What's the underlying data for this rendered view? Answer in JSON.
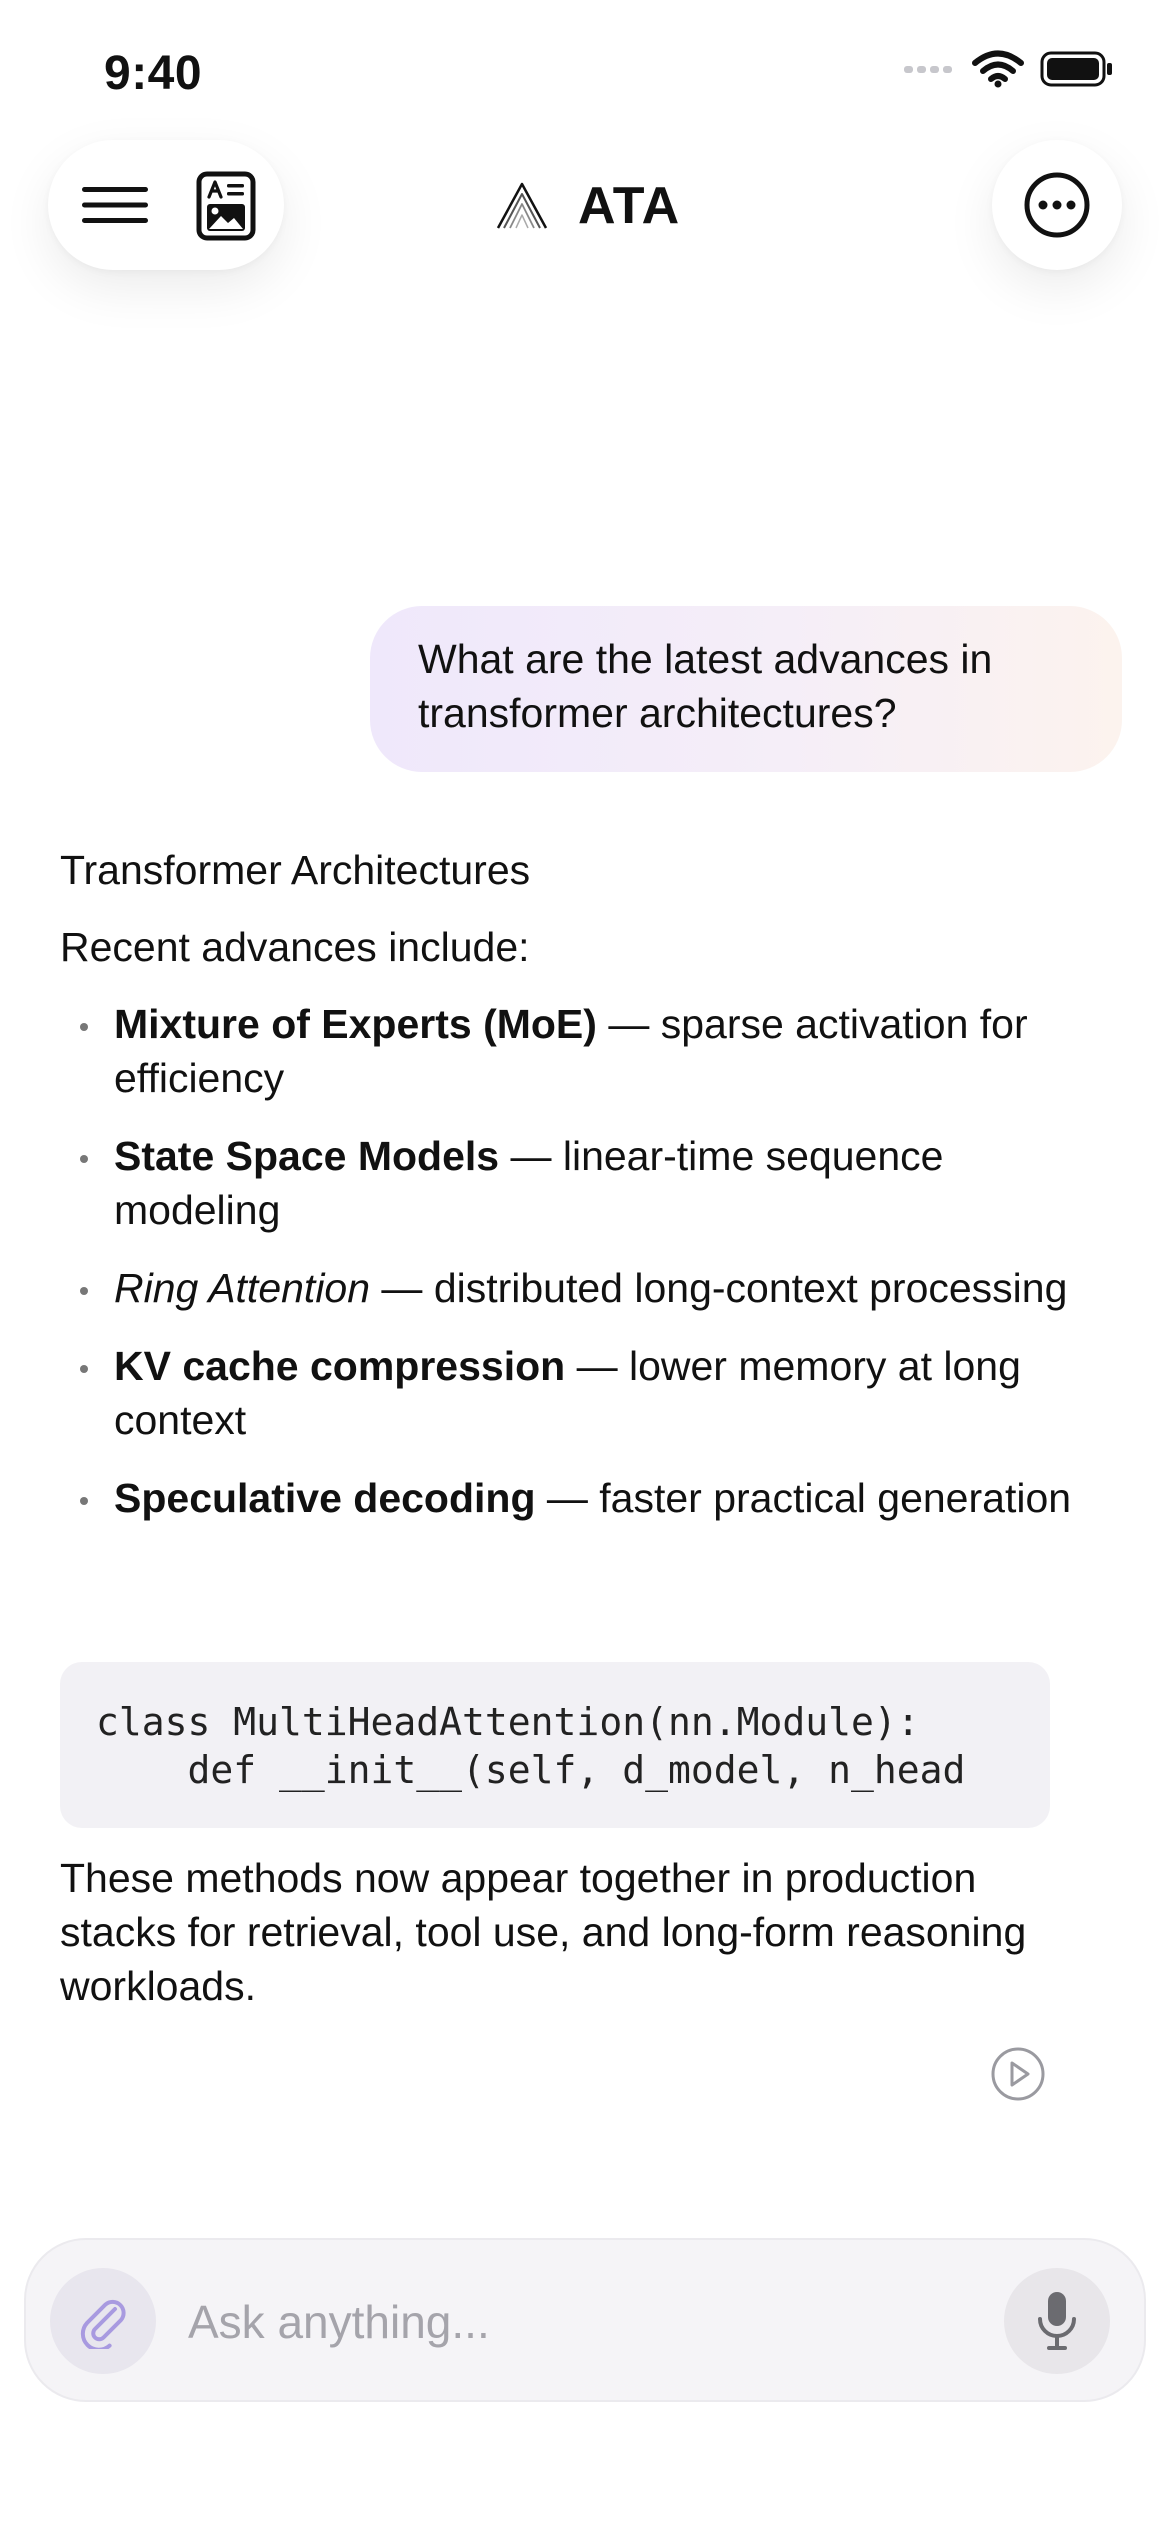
{
  "status_bar": {
    "time": "9:40",
    "icons": [
      "signal-icon",
      "wifi-icon",
      "battery-icon"
    ]
  },
  "header": {
    "brand_title": "ATA",
    "icons": [
      "menu-icon",
      "document-image-icon",
      "ata-logo",
      "more-icon"
    ]
  },
  "chat": {
    "user_message": "What are the latest advances in transformer architectures?",
    "assistant": {
      "heading": "Transformer Architectures",
      "intro": "Recent advances include:",
      "bullets": [
        {
          "term": "Mixture of Experts (MoE)",
          "desc": " — sparse activation for efficiency",
          "style": "bold"
        },
        {
          "term": "State Space Models",
          "desc": " — linear-time sequence modeling",
          "style": "bold"
        },
        {
          "term": "Ring Attention",
          "desc": " — distributed long-context processing",
          "style": "italic"
        },
        {
          "term": "KV cache compression",
          "desc": " — lower memory at long context",
          "style": "bold"
        },
        {
          "term": "Speculative decoding",
          "desc": " — faster practical generation",
          "style": "bold"
        }
      ],
      "code": {
        "line1": "class MultiHeadAttention(nn.Module):",
        "line2": "    def __init__(self, d_model, n_head"
      },
      "outro": "These methods now appear together in production stacks for retrieval, tool use, and long-form reasoning workloads."
    }
  },
  "composer": {
    "placeholder": "Ask anything...",
    "icons": [
      "paperclip-icon",
      "microphone-icon"
    ]
  },
  "colors": {
    "accent_purple": "#a89ae0",
    "bubble_start": "#efe8fb",
    "bubble_end": "#fcf3ee",
    "code_bg": "#f2f1f5",
    "composer_bg": "#f5f4f7"
  }
}
